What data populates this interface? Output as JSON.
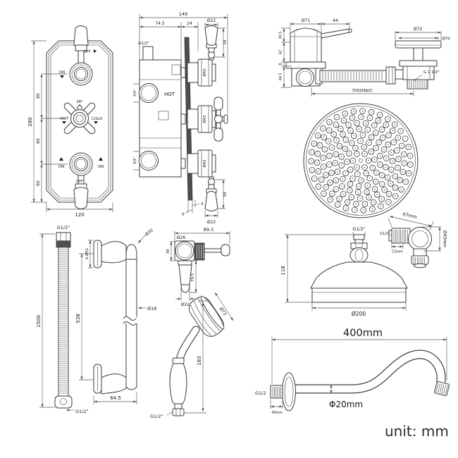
{
  "unit_label": "unit: mm",
  "trim_plate": {
    "off_top": "OFF",
    "on_top": "ON",
    "temp_mark": "38°",
    "hot": "HOT",
    "cold": "COLD",
    "on_bottom_left": "ON",
    "on_bottom_right": "ON",
    "off_bottom": "OFF",
    "dims": {
      "height": "280",
      "seg_top": "80",
      "seg_mid": "80",
      "seg_bottom": "60",
      "width": "120"
    }
  },
  "valve_body": {
    "thread_inlet": "G1/2\"",
    "hot": "HOT",
    "port_top": "3/4\"",
    "port_bottom": "3/4\"",
    "dims": {
      "overall_width": "149",
      "body_width": "74.5",
      "plate_to_cartridge": "24",
      "handle_dia_top": "Ø22",
      "handle_len_top": "58",
      "cartridge_1": "Ø42",
      "cartridge_2": "Ø42",
      "cartridge_3": "Ø42",
      "handle_len_bottom": "58",
      "handle_dia_bottom": "Ø22",
      "plate_gap": "4",
      "plate_thickness": "5"
    }
  },
  "bath_waste": {
    "thread": "G 1 1/2\"",
    "dims": {
      "head_dia": "Ø71",
      "lever_len": "44",
      "h1": "30.5",
      "h2": "42",
      "h3": "8",
      "h4": "44.5",
      "flange_dia": "Ø72",
      "plug_dia": "Ø70",
      "hose_len": "700(MAX)"
    }
  },
  "outlet_elbow": {
    "thread": "G1/2",
    "dims": {
      "width": "47mm",
      "body_dia": "Ø43mm",
      "thread_len": "15mm"
    }
  },
  "hose": {
    "thread_top": "G1/2\"",
    "thread_bottom": "G1/2\"",
    "dims": {
      "length": "1500"
    }
  },
  "slide_rail": {
    "dims": {
      "end_cap_dia": "Ø32",
      "flange_dia": "2-Ø51",
      "length": "538",
      "tube_dia": "Ø18",
      "bracket_depth": "64.5"
    }
  },
  "handset_holder": {
    "dims": {
      "reach": "89.5",
      "ring_dia": "Ø26",
      "ring_height": "38",
      "cone_len": "79.5",
      "cone_dia": "Ø22"
    }
  },
  "handset": {
    "thread": "G1/2\"",
    "dims": {
      "head_dia": "Ø73",
      "length": "183"
    }
  },
  "head_side": {
    "thread": "G1/2\"",
    "dims": {
      "height": "118",
      "dia": "Ø200"
    }
  },
  "shower_arm": {
    "thread": "G1/2",
    "dims": {
      "length": "400mm",
      "flange_len": "40mm",
      "pipe_dia": "Φ20mm"
    }
  }
}
